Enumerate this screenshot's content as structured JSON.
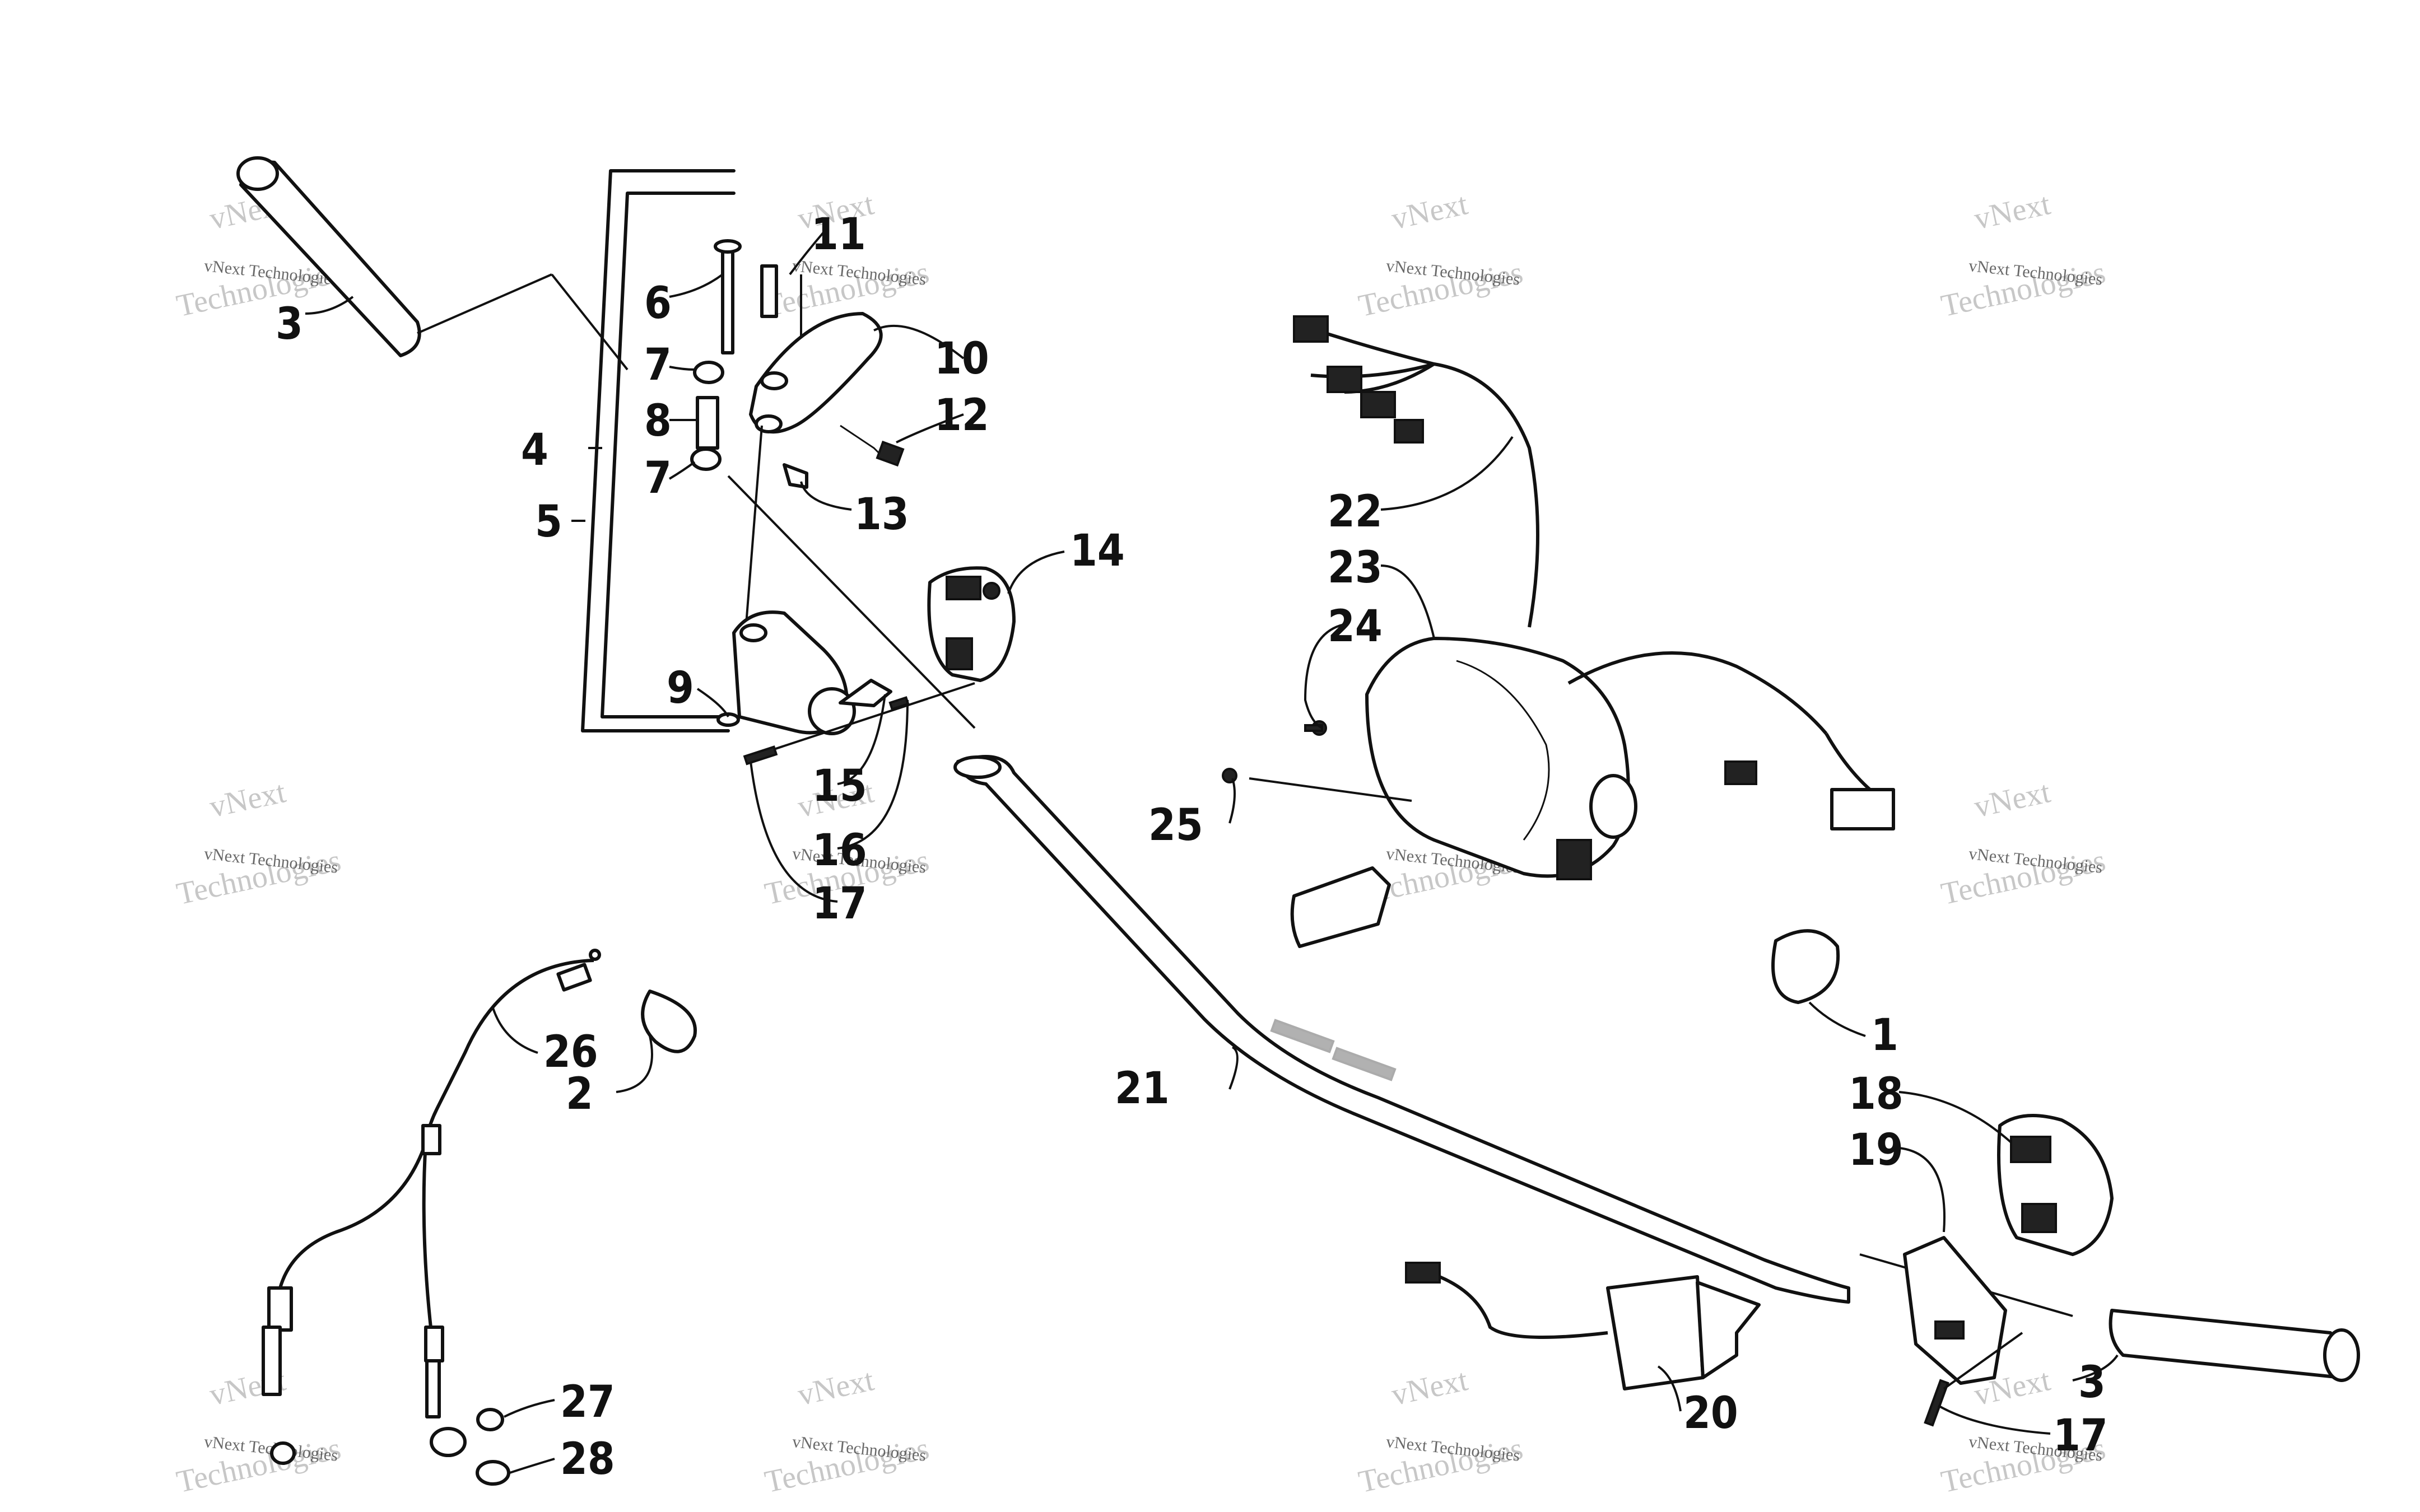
{
  "callouts": [
    {
      "id": "c1",
      "label": "1"
    },
    {
      "id": "c2",
      "label": "2"
    },
    {
      "id": "c3a",
      "label": "3"
    },
    {
      "id": "c3b",
      "label": "3"
    },
    {
      "id": "c4",
      "label": "4"
    },
    {
      "id": "c5",
      "label": "5"
    },
    {
      "id": "c6",
      "label": "6"
    },
    {
      "id": "c7a",
      "label": "7"
    },
    {
      "id": "c7b",
      "label": "7"
    },
    {
      "id": "c8",
      "label": "8"
    },
    {
      "id": "c9",
      "label": "9"
    },
    {
      "id": "c10",
      "label": "10"
    },
    {
      "id": "c11",
      "label": "11"
    },
    {
      "id": "c12",
      "label": "12"
    },
    {
      "id": "c13",
      "label": "13"
    },
    {
      "id": "c14",
      "label": "14"
    },
    {
      "id": "c15",
      "label": "15"
    },
    {
      "id": "c16",
      "label": "16"
    },
    {
      "id": "c17a",
      "label": "17"
    },
    {
      "id": "c17b",
      "label": "17"
    },
    {
      "id": "c18",
      "label": "18"
    },
    {
      "id": "c19",
      "label": "19"
    },
    {
      "id": "c20",
      "label": "20"
    },
    {
      "id": "c21",
      "label": "21"
    },
    {
      "id": "c22",
      "label": "22"
    },
    {
      "id": "c23",
      "label": "23"
    },
    {
      "id": "c24",
      "label": "24"
    },
    {
      "id": "c25",
      "label": "25"
    },
    {
      "id": "c26",
      "label": "26"
    },
    {
      "id": "c27",
      "label": "27"
    },
    {
      "id": "c28",
      "label": "28"
    }
  ],
  "watermark": {
    "small": "vNext Technologies",
    "large_top": "vNext",
    "large_bottom": "Technologies"
  }
}
